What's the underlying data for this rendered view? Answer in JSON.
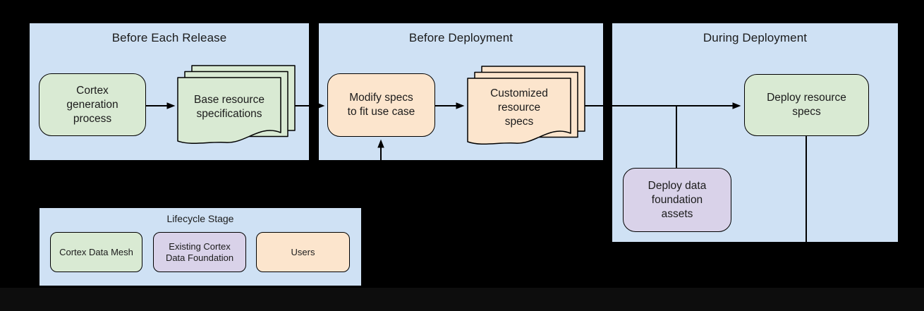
{
  "colors": {
    "canvas_bg": "#000000",
    "panel_bg": "#cfe1f4",
    "node_green": "#d9ead3",
    "node_peach": "#fce5cd",
    "node_purple": "#d9d2e9",
    "stroke": "#000000",
    "text": "#1b1b1b"
  },
  "panels": {
    "release": {
      "title": "Before Each Release",
      "process_label": "Cortex\ngeneration\nprocess",
      "document_label": "Base resource\nspecifications"
    },
    "before_deploy": {
      "title": "Before Deployment",
      "process_label": "Modify specs\nto fit use case",
      "document_label": "Customized\nresource\nspecs"
    },
    "during_deploy": {
      "title": "During Deployment",
      "deploy_specs_label": "Deploy resource\nspecs",
      "deploy_foundation_label": "Deploy data\nfoundation\nassets"
    }
  },
  "legend": {
    "title": "Lifecycle Stage",
    "items": [
      {
        "label": "Cortex Data Mesh",
        "color": "#d9ead3"
      },
      {
        "label": "Existing Cortex\nData Foundation",
        "color": "#d9d2e9"
      },
      {
        "label": "Users",
        "color": "#fce5cd"
      }
    ]
  }
}
